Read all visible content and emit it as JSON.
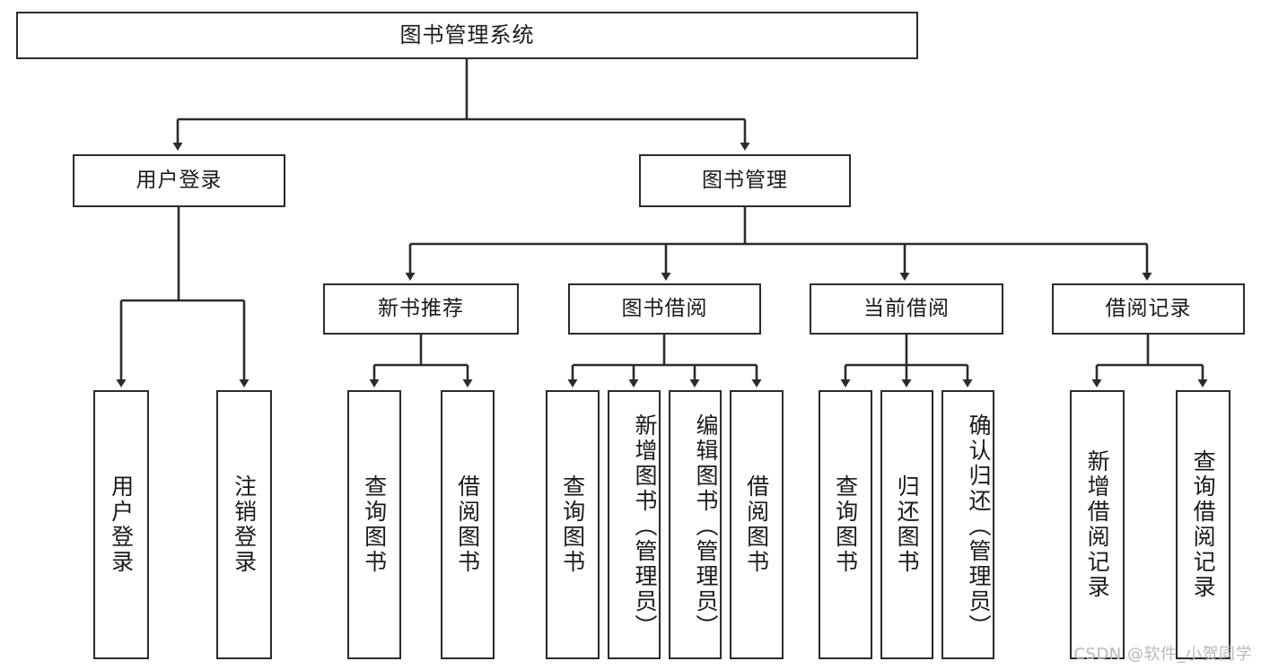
{
  "diagram": {
    "title": "图书管理系统",
    "type": "tree-hierarchy",
    "root": {
      "label": "图书管理系统"
    },
    "level2": [
      {
        "label": "用户登录"
      },
      {
        "label": "图书管理"
      }
    ],
    "level3": [
      {
        "label": "新书推荐"
      },
      {
        "label": "图书借阅"
      },
      {
        "label": "当前借阅"
      },
      {
        "label": "借阅记录"
      }
    ],
    "leaves": {
      "user_login": [
        {
          "label": "用户登录"
        },
        {
          "label": "注销登录"
        }
      ],
      "new_book_recommend": [
        {
          "label": "查询图书"
        },
        {
          "label": "借阅图书"
        }
      ],
      "book_borrow": [
        {
          "label": "查询图书"
        },
        {
          "label": "新增图书（管理员）"
        },
        {
          "label": "编辑图书（管理员）"
        },
        {
          "label": "借阅图书"
        }
      ],
      "current_borrow": [
        {
          "label": "查询图书"
        },
        {
          "label": "归还图书"
        },
        {
          "label": "确认归还（管理员）"
        }
      ],
      "borrow_records": [
        {
          "label": "新增借阅记录"
        },
        {
          "label": "查询借阅记录"
        }
      ]
    }
  },
  "watermark": {
    "text": "CSDN @软件_小贺同学"
  },
  "colors": {
    "border": "#2b2b2b",
    "text": "#1a1a1a",
    "background": "#ffffff",
    "watermark": "#b9b9b9"
  }
}
